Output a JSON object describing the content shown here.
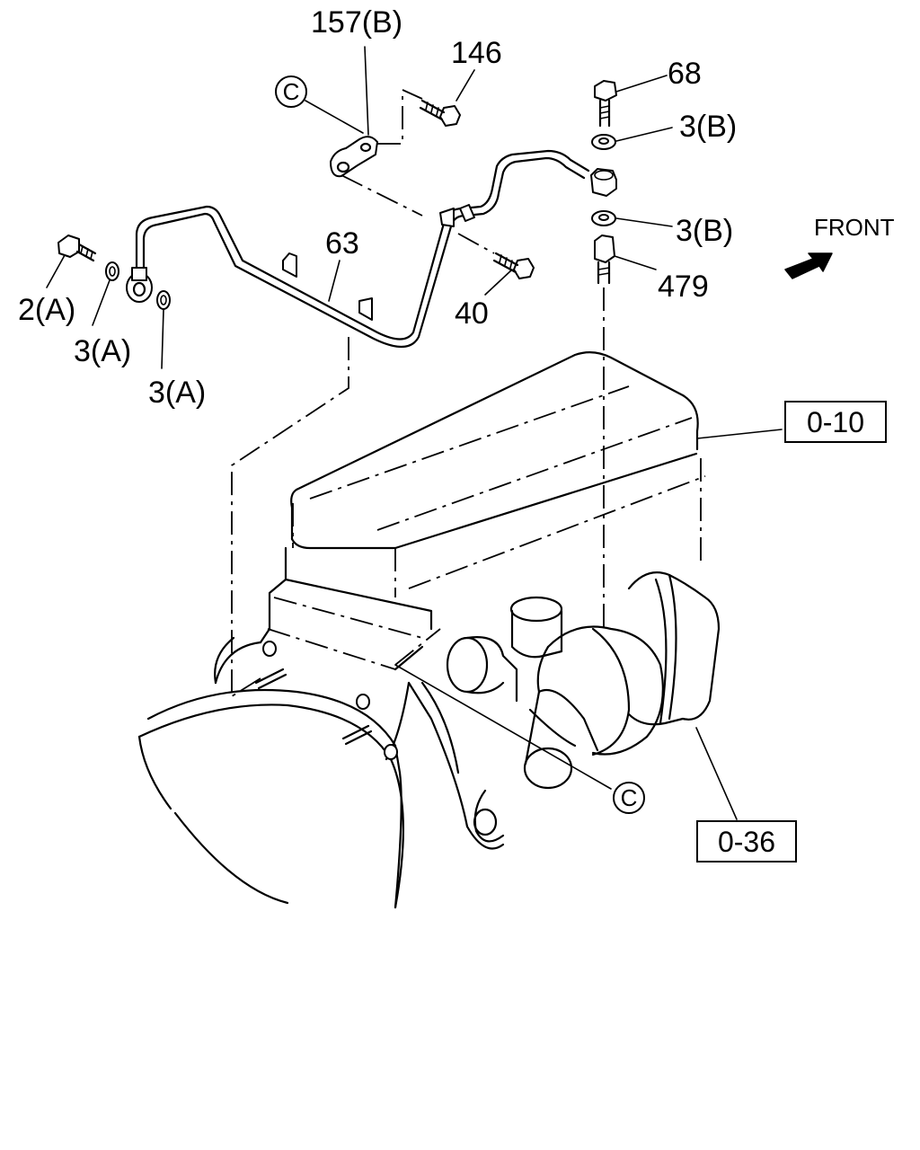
{
  "labels": {
    "p157b": "157(B)",
    "p146": "146",
    "p68": "68",
    "p3b_top": "3(B)",
    "p3b_bottom": "3(B)",
    "p479": "479",
    "p63": "63",
    "p2a": "2(A)",
    "p3a_1": "3(A)",
    "p3a_2": "3(A)",
    "p40": "40"
  },
  "front_label": "FRONT",
  "callout_c": "C",
  "refs": {
    "r010": "0-10",
    "r036": "0-36"
  }
}
